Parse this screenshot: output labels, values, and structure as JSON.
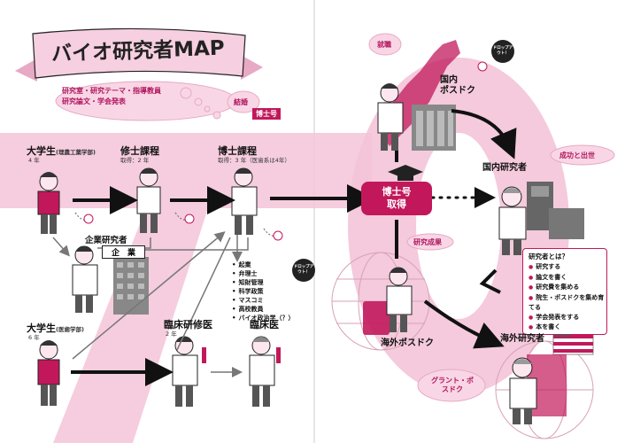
{
  "title": "バイオ研究者MAP",
  "top_bubble": {
    "line1": "研究室・研究テーマ・指導教員",
    "line2": "研究論文・学会発表"
  },
  "marriage_bubble": "結婚",
  "hakase_tag": "博士号",
  "nodes": {
    "undergrad_sci": {
      "title": "大学生",
      "sub": "(理農工薬学部)",
      "years": "4 年"
    },
    "master": {
      "title": "修士課程",
      "years": "取得：2 年"
    },
    "doctor": {
      "title": "博士課程",
      "years": "取得：3 年（医歯系は4年）"
    },
    "company": {
      "title": "企業研究者",
      "sign": "企　業"
    },
    "undergrad_med": {
      "title": "大学生",
      "sub": "(医歯学部)",
      "years": "6 年"
    },
    "resident": {
      "title": "臨床研修医",
      "years": "2 年"
    },
    "clinician": {
      "title": "臨床医"
    },
    "phd_hub": {
      "line1": "博士号",
      "line2": "取得"
    },
    "domestic_postdoc": {
      "line1": "国内",
      "line2": "ポスドク"
    },
    "domestic_researcher": {
      "title": "国内研究者"
    },
    "overseas_postdoc": {
      "title": "海外ポスドク"
    },
    "overseas_researcher": {
      "title": "海外研究者"
    }
  },
  "labels": {
    "employment": "就職",
    "dropout1": "ドロップアウト！",
    "dropout2": "ドロップアウト！",
    "success": "成功と出世",
    "research_results": "研究成果",
    "grant": "グラント・ポスドク"
  },
  "careers": [
    "起業",
    "弁理士",
    "知財管理",
    "科学政策",
    "マスコミ",
    "高校教員",
    "バイオ政治学（？）"
  ],
  "what_is_researcher": {
    "heading": "研究者とは？",
    "items": [
      "研究する",
      "論文を書く",
      "研究費を集める",
      "院生・ポスドクを集め育てる",
      "学会発表をする",
      "本を書く"
    ]
  },
  "colors": {
    "pink": "#f3bfd5",
    "pink_dark": "#c2185b",
    "magenta": "#b0155e",
    "banner": "#f6cfe0"
  }
}
